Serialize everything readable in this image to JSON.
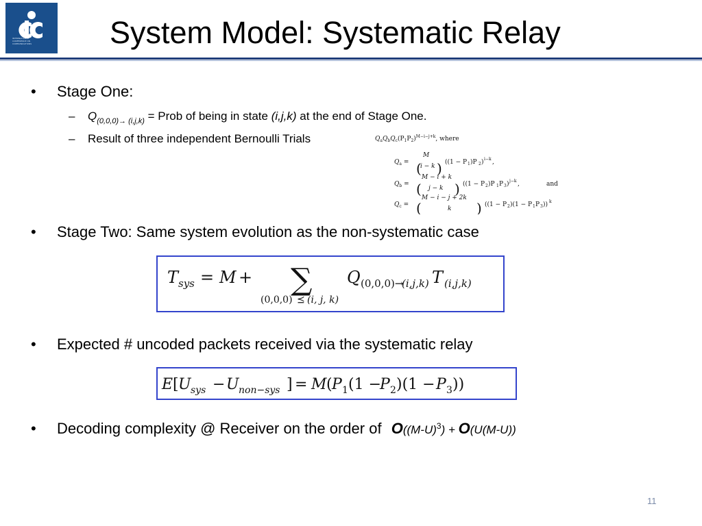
{
  "logo": {
    "label": "IEEE ICC",
    "glyph": "icc",
    "fine": "INTERNATIONAL CONFERENCE ON COMMUNICATIONS"
  },
  "title": "System Model: Systematic Relay",
  "bullets": [
    {
      "text": "Stage One:"
    },
    {
      "text": "Stage Two: Same system evolution as the non-systematic case"
    },
    {
      "text": "Expected # uncoded packets received via the systematic relay"
    },
    {
      "text_before": "Decoding complexity @ Receiver on the order of",
      "o1": "O",
      "arg1": "((M-U)",
      "exp": "3",
      "arg1_end": ") + ",
      "o2": "O",
      "arg2": "(U(M-U))"
    }
  ],
  "sub_bullets": [
    {
      "q": "Q",
      "q_sub": "(0,0,0)→ (i,j,k)",
      "mid": " = Prob of being in state ",
      "state": "(i,j,k)",
      "end": " at the end of Stage One."
    },
    {
      "text": "Result of three independent Bernoulli Trials"
    }
  ],
  "formula_block": {
    "line1": "QaQbQc(P1P2)M−i−j+k, where",
    "qa": "Qa = (M choose i−k)((1 − P1)P2)i−k,",
    "qb": "Qb = (M−i+k choose j−k)((1 − P2)P1P3)j−k,   and",
    "qc": "Qc = (M−i−j+2k choose k)((1 − P2)(1 − P1P3))k"
  },
  "eq1": "Tsys = M + Σ(0,0,0)≺(i,j,k) Q(0,0,0)→(i,j,k) T(i,j,k)",
  "eq2": "E[Usys − Unon−sys] = M(P1(1 − P2)(1 − P3))",
  "page_number": "11",
  "colors": {
    "logo": "#1a4f8c",
    "rule": "#1f3d7a",
    "box": "#3344cc",
    "page_number": "#7a8aa8"
  }
}
